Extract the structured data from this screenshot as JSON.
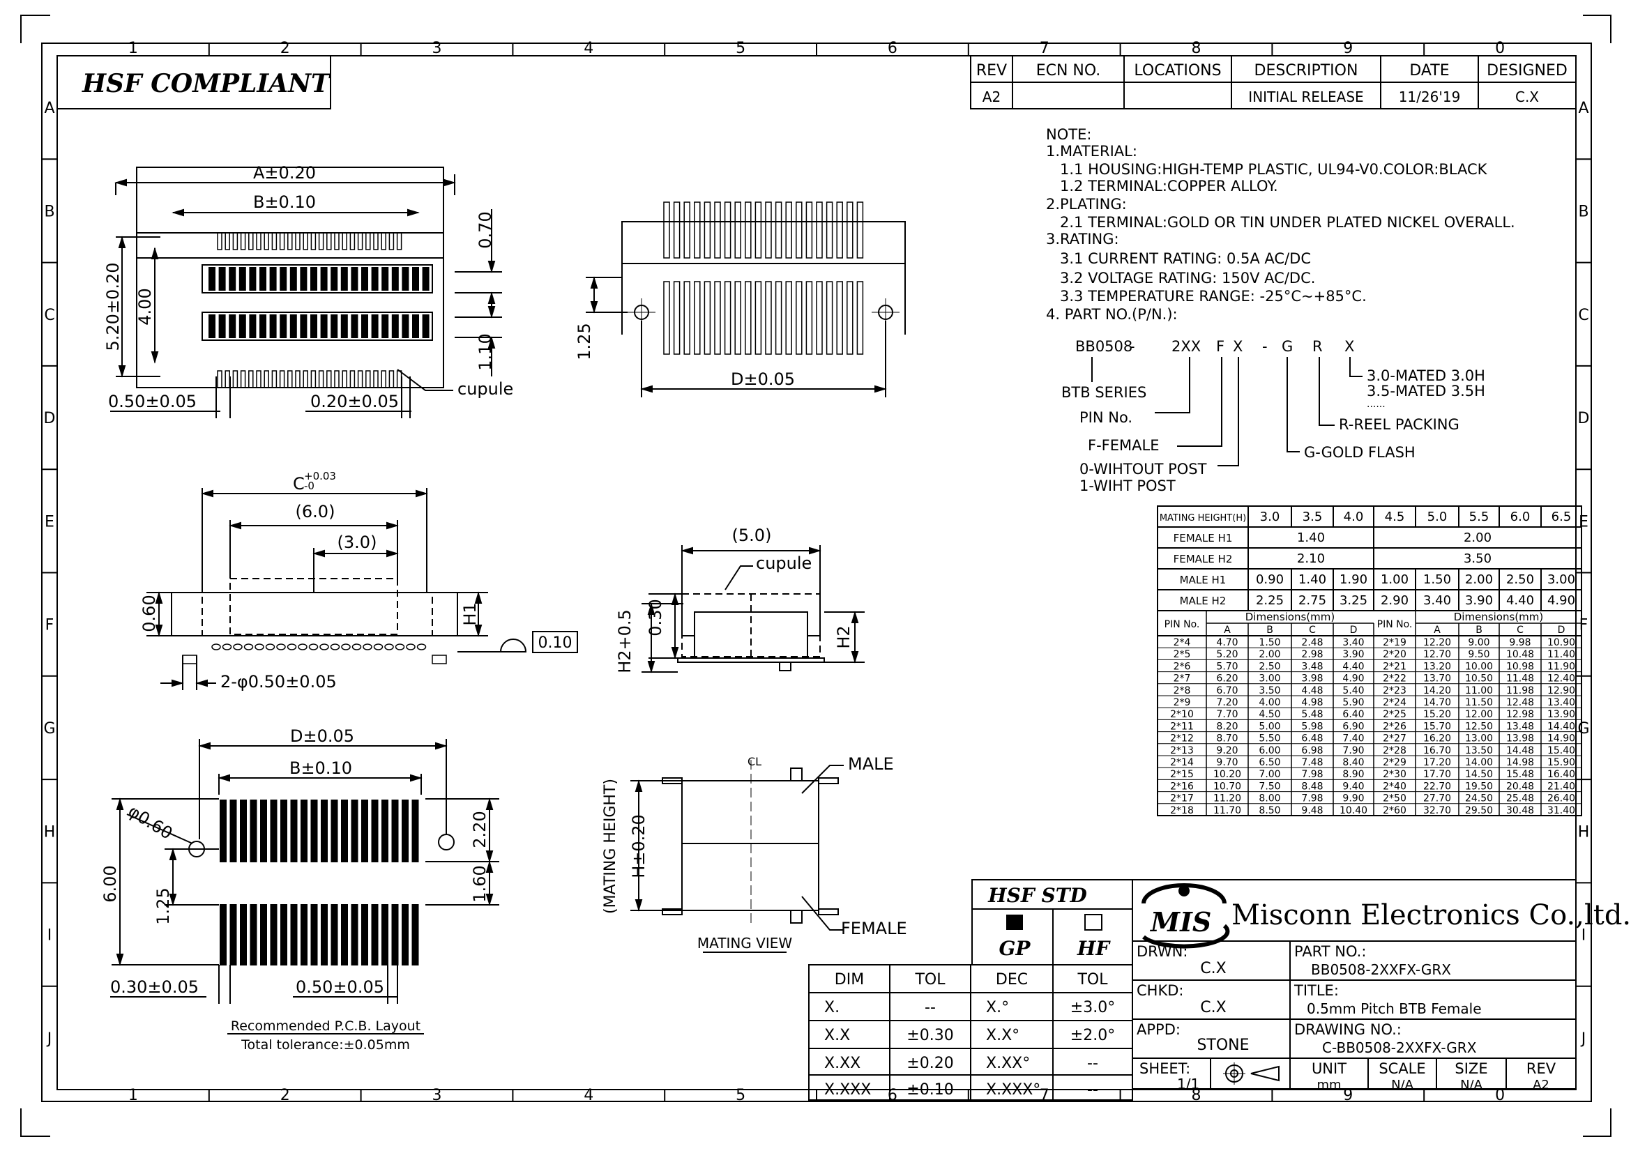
{
  "hsf_compliant": "HSF COMPLIANT",
  "zones": {
    "cols": [
      "1",
      "2",
      "3",
      "4",
      "5",
      "6",
      "7",
      "8",
      "9",
      "0"
    ],
    "rows": [
      "A",
      "B",
      "C",
      "D",
      "E",
      "F",
      "G",
      "H",
      "I",
      "J"
    ]
  },
  "revision": {
    "headers": [
      "REV",
      "ECN NO.",
      "LOCATIONS",
      "DESCRIPTION",
      "DATE",
      "DESIGNED"
    ],
    "row": [
      "A2",
      "",
      "",
      "INITIAL RELEASE",
      "11/26'19",
      "C.X"
    ]
  },
  "notes": [
    "NOTE:",
    "1.MATERIAL:",
    "  1.1  HOUSING:HIGH-TEMP PLASTIC, UL94-V0.COLOR:BLACK",
    "  1.2  TERMINAL:COPPER ALLOY.",
    "2.PLATING:",
    "  2.1  TERMINAL:GOLD OR TIN UNDER PLATED NICKEL OVERALL.",
    "3.RATING:",
    "  3.1  CURRENT RATING: 0.5A AC/DC",
    "  3.2  VOLTAGE RATING: 150V AC/DC.",
    "  3.3  TEMPERATURE RANGE: -25°C~+85°C.",
    "4. PART NO.(P/N.):"
  ],
  "partno": {
    "code": [
      "BB0508",
      "-",
      "2XX",
      "F",
      "X",
      "-",
      "G",
      "R",
      "X"
    ],
    "btb_series": "BTB SERIES",
    "pin_no": "PIN No.",
    "female": "F-FEMALE",
    "post0": "0-WIHTOUT POST",
    "post1": "1-WIHT POST",
    "gold": "G-GOLD FLASH",
    "reel": "R-REEL PACKING",
    "mated30": "3.0-MATED 3.0H",
    "mated35": "3.5-MATED 3.5H",
    "dots": "......"
  },
  "views": {
    "a_dim": "A±0.20",
    "b_dim": "B±0.10",
    "h520": "5.20±0.20",
    "h400": "4.00",
    "d070": "0.70",
    "d110": "1.10",
    "pitch": "0.50±0.05",
    "pin_w": "0.20±0.05",
    "cupule": "cupule",
    "d_dim": "D±0.05",
    "d125": "1.25",
    "c_dim": "C",
    "c_tol_plus": "+0.03",
    "c_tol_minus": "-0",
    "d60": "(6.0)",
    "d30": "(3.0)",
    "d060": "0.60",
    "h1": "H1",
    "flat": "0.10",
    "posts": "2-φ0.50±0.05",
    "d50": "(5.0)",
    "h2p": "H2+0.5",
    "d030": "0.30",
    "h2": "H2",
    "pcb_d": "D±0.05",
    "pcb_b": "B±0.10",
    "phi": "φ0.60",
    "d600": "6.00",
    "d220": "2.20",
    "d160": "1.60",
    "p125": "1.25",
    "d030b": "0.30±0.05",
    "d050b": "0.50±0.05",
    "pcb_title": "Recommended P.C.B. Layout",
    "pcb_tol": "Total tolerance:±0.05mm",
    "mating_height": "(MATING HEIGHT)",
    "h020": "H±0.20",
    "cl": "CL",
    "male": "MALE",
    "female": "FEMALE",
    "mating_view": "MATING VIEW"
  },
  "height_table": {
    "header": [
      "MATING HEIGHT(H)",
      "3.0",
      "3.5",
      "4.0",
      "4.5",
      "5.0",
      "5.5",
      "6.0",
      "6.5"
    ],
    "female_h1": {
      "label": "FEMALE H1",
      "low": "1.40",
      "high": "2.00"
    },
    "female_h2": {
      "label": "FEMALE H2",
      "low": "2.10",
      "high": "3.50"
    },
    "male_h1": {
      "label": "MALE H1",
      "values": [
        "0.90",
        "1.40",
        "1.90",
        "1.00",
        "1.50",
        "2.00",
        "2.50",
        "3.00"
      ]
    },
    "male_h2": {
      "label": "MALE H2",
      "values": [
        "2.25",
        "2.75",
        "3.25",
        "2.90",
        "3.40",
        "3.90",
        "4.40",
        "4.90"
      ]
    }
  },
  "dim_table": {
    "pin_label": "PIN No.",
    "dim_label": "Dimensions(mm)",
    "cols": [
      "A",
      "B",
      "C",
      "D"
    ],
    "left": [
      [
        "2*4",
        "4.70",
        "1.50",
        "2.48",
        "3.40"
      ],
      [
        "2*5",
        "5.20",
        "2.00",
        "2.98",
        "3.90"
      ],
      [
        "2*6",
        "5.70",
        "2.50",
        "3.48",
        "4.40"
      ],
      [
        "2*7",
        "6.20",
        "3.00",
        "3.98",
        "4.90"
      ],
      [
        "2*8",
        "6.70",
        "3.50",
        "4.48",
        "5.40"
      ],
      [
        "2*9",
        "7.20",
        "4.00",
        "4.98",
        "5.90"
      ],
      [
        "2*10",
        "7.70",
        "4.50",
        "5.48",
        "6.40"
      ],
      [
        "2*11",
        "8.20",
        "5.00",
        "5.98",
        "6.90"
      ],
      [
        "2*12",
        "8.70",
        "5.50",
        "6.48",
        "7.40"
      ],
      [
        "2*13",
        "9.20",
        "6.00",
        "6.98",
        "7.90"
      ],
      [
        "2*14",
        "9.70",
        "6.50",
        "7.48",
        "8.40"
      ],
      [
        "2*15",
        "10.20",
        "7.00",
        "7.98",
        "8.90"
      ],
      [
        "2*16",
        "10.70",
        "7.50",
        "8.48",
        "9.40"
      ],
      [
        "2*17",
        "11.20",
        "8.00",
        "7.98",
        "9.90"
      ],
      [
        "2*18",
        "11.70",
        "8.50",
        "9.48",
        "10.40"
      ]
    ],
    "right": [
      [
        "2*19",
        "12.20",
        "9.00",
        "9.98",
        "10.90"
      ],
      [
        "2*20",
        "12.70",
        "9.50",
        "10.48",
        "11.40"
      ],
      [
        "2*21",
        "13.20",
        "10.00",
        "10.98",
        "11.90"
      ],
      [
        "2*22",
        "13.70",
        "10.50",
        "11.48",
        "12.40"
      ],
      [
        "2*23",
        "14.20",
        "11.00",
        "11.98",
        "12.90"
      ],
      [
        "2*24",
        "14.70",
        "11.50",
        "12.48",
        "13.40"
      ],
      [
        "2*25",
        "15.20",
        "12.00",
        "12.98",
        "13.90"
      ],
      [
        "2*26",
        "15.70",
        "12.50",
        "13.48",
        "14.40"
      ],
      [
        "2*27",
        "16.20",
        "13.00",
        "13.98",
        "14.90"
      ],
      [
        "2*28",
        "16.70",
        "13.50",
        "14.48",
        "15.40"
      ],
      [
        "2*29",
        "17.20",
        "14.00",
        "14.98",
        "15.90"
      ],
      [
        "2*30",
        "17.70",
        "14.50",
        "15.48",
        "16.40"
      ],
      [
        "2*40",
        "22.70",
        "19.50",
        "20.48",
        "21.40"
      ],
      [
        "2*50",
        "27.70",
        "24.50",
        "25.48",
        "26.40"
      ],
      [
        "2*60",
        "32.70",
        "29.50",
        "30.48",
        "31.40"
      ]
    ]
  },
  "tolerance": {
    "headers": [
      "DIM",
      "TOL",
      "DEC",
      "TOL"
    ],
    "rows": [
      [
        "X.",
        "--",
        "X.°",
        "±3.0°"
      ],
      [
        "X.X",
        "±0.30",
        "X.X°",
        "±2.0°"
      ],
      [
        "X.XX",
        "±0.20",
        "X.XX°",
        "--"
      ],
      [
        "X.XXX",
        "±0.10",
        "X.XXX°",
        "--"
      ]
    ]
  },
  "hsf_std": {
    "title": "HSF STD",
    "gp": "GP",
    "hf": "HF"
  },
  "title_block": {
    "company": "Misconn Electronics Co.,ltd.",
    "logo": "MIS",
    "drwn_label": "DRWN:",
    "drwn": "C.X",
    "chkd_label": "CHKD:",
    "chkd": "C.X",
    "appd_label": "APPD:",
    "appd": "STONE",
    "partno_label": "PART NO.:",
    "partno": "BB0508-2XXFX-GRX",
    "title_label": "TITLE:",
    "title": "0.5mm Pitch BTB Female",
    "drawing_label": "DRAWING NO.:",
    "drawing": "C-BB0508-2XXFX-GRX",
    "sheet_label": "SHEET:",
    "sheet": "1/1",
    "unit_label": "UNIT",
    "unit": "mm",
    "scale_label": "SCALE",
    "scale": "N/A",
    "size_label": "SIZE",
    "size": "N/A",
    "rev_label": "REV",
    "rev": "A2"
  }
}
